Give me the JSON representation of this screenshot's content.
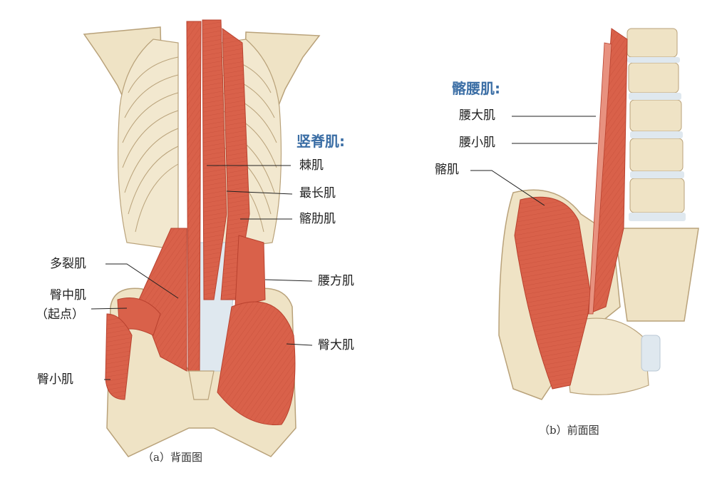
{
  "figure_a": {
    "group_title": "竖脊肌:",
    "labels": {
      "spinalis": "棘肌",
      "longissimus": "最长肌",
      "iliocostalis": "髂肋肌",
      "multifidus": "多裂肌",
      "gluteus_medius": "臀中肌",
      "gluteus_medius_note": "（起点）",
      "quadratus_lumborum": "腰方肌",
      "gluteus_maximus": "臀大肌",
      "gluteus_minimus": "臀小肌"
    },
    "caption": "（a）背面图"
  },
  "figure_b": {
    "group_title": "髂腰肌:",
    "labels": {
      "psoas_major": "腰大肌",
      "psoas_minor": "腰小肌",
      "iliacus": "髂肌"
    },
    "caption": "（b）前面图"
  },
  "colors": {
    "muscle": "#d9614a",
    "muscle_dark": "#b8412e",
    "bone": "#efe3c5",
    "bone_outline": "#b9a27a",
    "tendon": "#dfe8ef",
    "heading": "#3b6ea5"
  }
}
